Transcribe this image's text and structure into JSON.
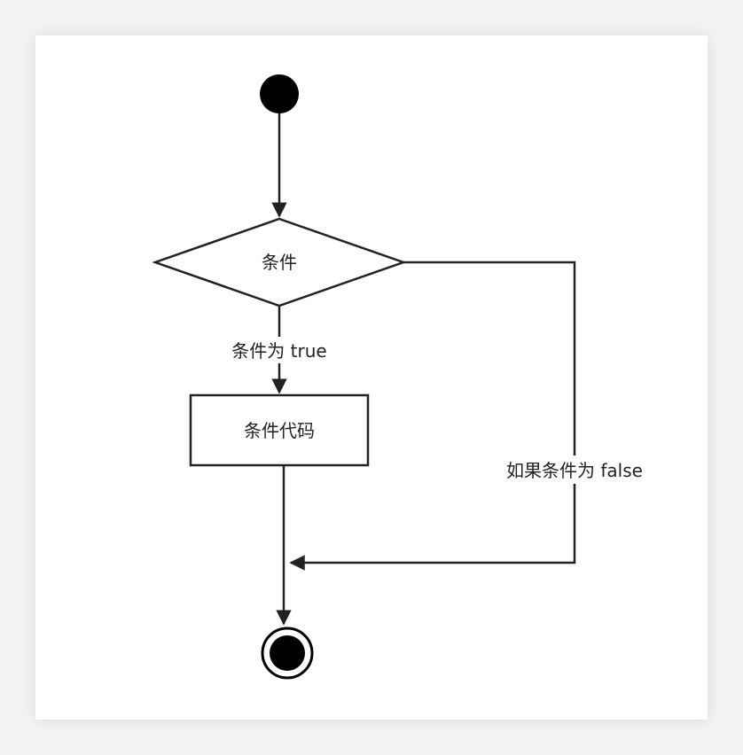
{
  "colors": {
    "background": "#f3f3f3",
    "canvas": "#ffffff",
    "stroke": "#222222",
    "fill_node": "#000000"
  },
  "nodes": {
    "decision": {
      "label": "条件"
    },
    "action": {
      "label": "条件代码"
    }
  },
  "edges": {
    "true_label": "条件为 true",
    "false_label": "如果条件为 false"
  }
}
